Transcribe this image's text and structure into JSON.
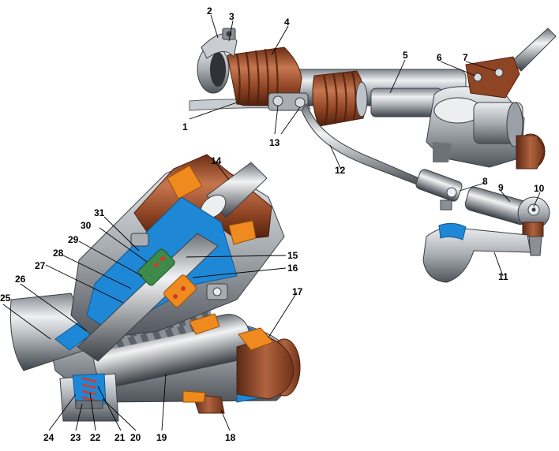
{
  "callouts": [
    "1",
    "2",
    "3",
    "4",
    "5",
    "6",
    "7",
    "8",
    "9",
    "10",
    "11",
    "12",
    "13",
    "14",
    "15",
    "16",
    "17",
    "18",
    "19",
    "20",
    "21",
    "22",
    "23",
    "24",
    "25",
    "26",
    "27",
    "28",
    "29",
    "30",
    "31"
  ],
  "colors": {
    "steel_light": "#d9dcdf",
    "steel_mid": "#9aa0a6",
    "steel_dark": "#4a4f55",
    "boot_brown": "#9c5332",
    "boot_dark": "#5e2a16",
    "section_blue": "#1e88d6",
    "section_orange": "#ef8a1e",
    "spring_red": "#d23a2a"
  }
}
